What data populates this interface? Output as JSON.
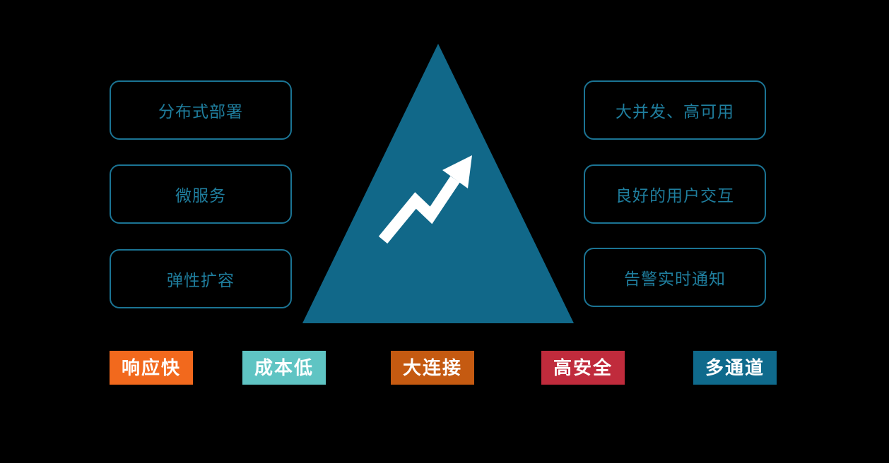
{
  "diagram": {
    "left_features": [
      {
        "label": "分布式部署"
      },
      {
        "label": "微服务"
      },
      {
        "label": "弹性扩容"
      }
    ],
    "right_features": [
      {
        "label": "大并发、高可用"
      },
      {
        "label": "良好的用户交互"
      },
      {
        "label": "告警实时通知"
      }
    ],
    "bottom_tags": [
      {
        "label": "响应快",
        "color": "#F2691D"
      },
      {
        "label": "成本低",
        "color": "#5FC4C3"
      },
      {
        "label": "大连接",
        "color": "#C55A11"
      },
      {
        "label": "高安全",
        "color": "#C02B3C"
      },
      {
        "label": "多通道",
        "color": "#0F6A8C"
      }
    ],
    "icons": {
      "growth_arrow": "zigzag-up-right-arrow"
    },
    "colors": {
      "background": "#000000",
      "triangle": "#116889",
      "box_border": "#1B7494",
      "box_text": "#1F7E9E",
      "arrow": "#FFFFFF",
      "tag_text": "#FFFFFF"
    }
  }
}
